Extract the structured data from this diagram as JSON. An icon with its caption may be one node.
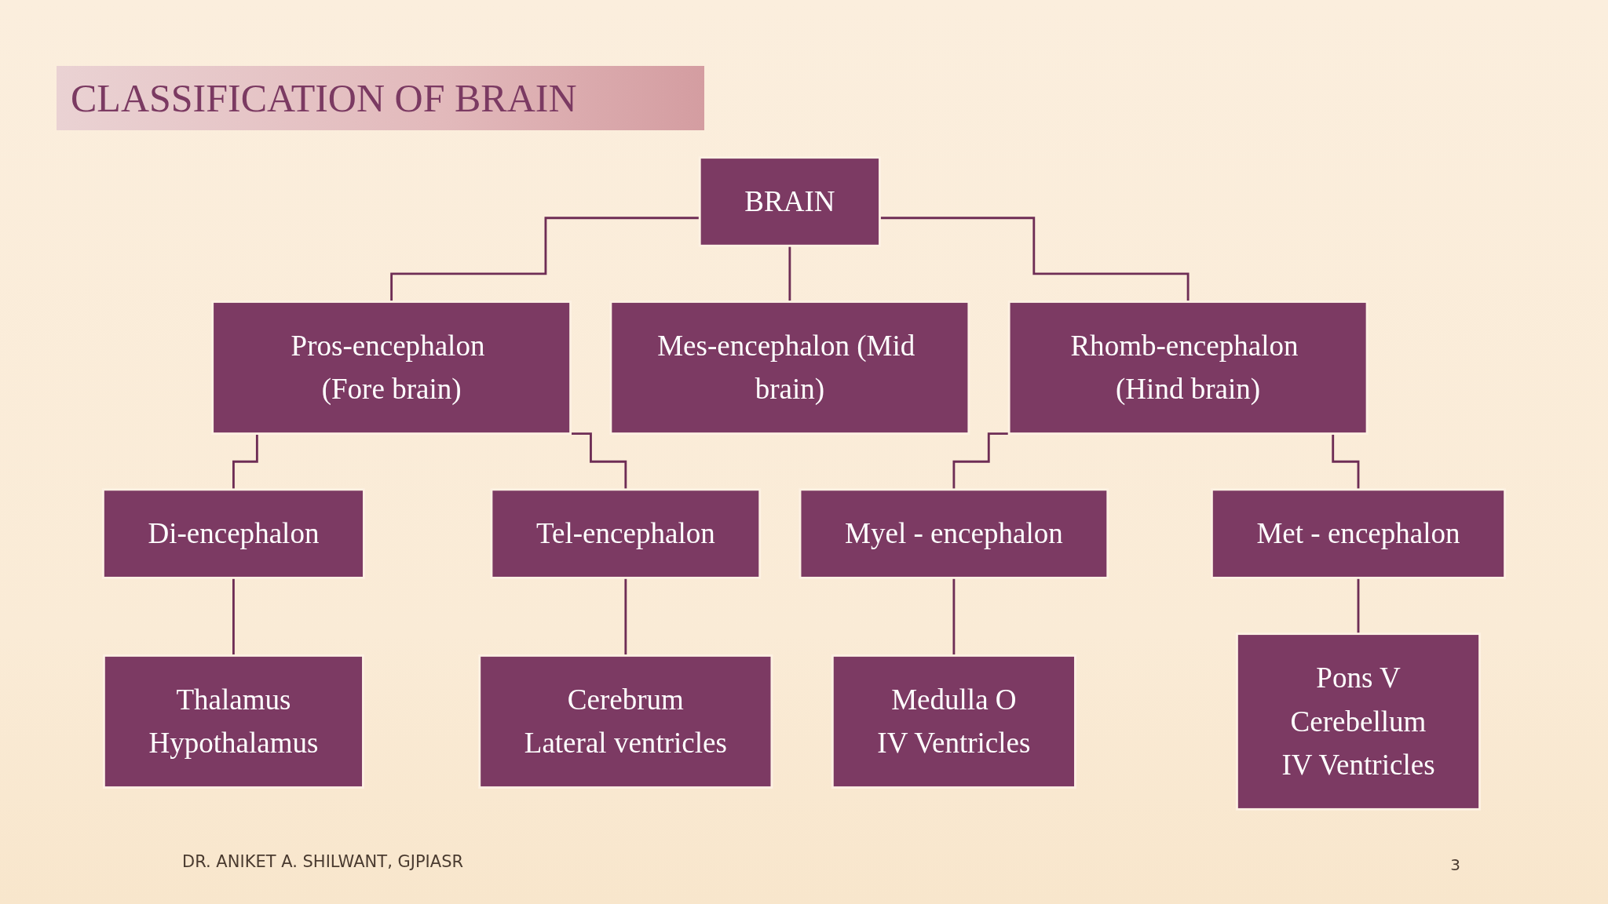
{
  "diagram": {
    "title": "CLASSIFICATION OF BRAIN",
    "nodes": [
      {
        "text": [
          "BRAIN"
        ]
      },
      {
        "text": [
          "Pros-encephalon (Fore brain)"
        ]
      },
      {
        "text": [
          "Mes-encephalon (Mid brain)"
        ]
      },
      {
        "text": [
          "Rhomb-encephalon (Hind brain)"
        ]
      },
      {
        "text": [
          "Di-encephalon"
        ]
      },
      {
        "text": [
          "Thalamus",
          "Hypothalamus"
        ]
      },
      {
        "text": [
          "Tel-encephalon"
        ]
      },
      {
        "text": [
          "Cerebrum",
          "Lateral ventricles"
        ]
      },
      {
        "text": [
          "Myel - encephalon"
        ]
      },
      {
        "text": [
          "Medulla O",
          "IV Ventricles"
        ]
      },
      {
        "text": [
          "Met - encephalon"
        ]
      },
      {
        "text": [
          "Pons V",
          "Cerebellum",
          "IV Ventricles"
        ]
      }
    ],
    "edges": [
      {
        "from": 0,
        "to": 1,
        "arrow": "none"
      },
      {
        "from": 0,
        "to": 2,
        "arrow": "none"
      },
      {
        "from": 0,
        "to": 3,
        "arrow": "none"
      },
      {
        "from": 1,
        "to": 4,
        "arrow": "none"
      },
      {
        "from": 4,
        "to": 5,
        "arrow": "none"
      },
      {
        "from": 1,
        "to": 6,
        "arrow": "none"
      },
      {
        "from": 6,
        "to": 7,
        "arrow": "none"
      },
      {
        "from": 3,
        "to": 8,
        "arrow": "none"
      },
      {
        "from": 8,
        "to": 9,
        "arrow": "none"
      },
      {
        "from": 3,
        "to": 10,
        "arrow": "none"
      },
      {
        "from": 10,
        "to": 11,
        "arrow": "none"
      }
    ],
    "labels": [
      "DR. ANIKET A. SHILWANT, GJPIASR",
      "3"
    ]
  }
}
